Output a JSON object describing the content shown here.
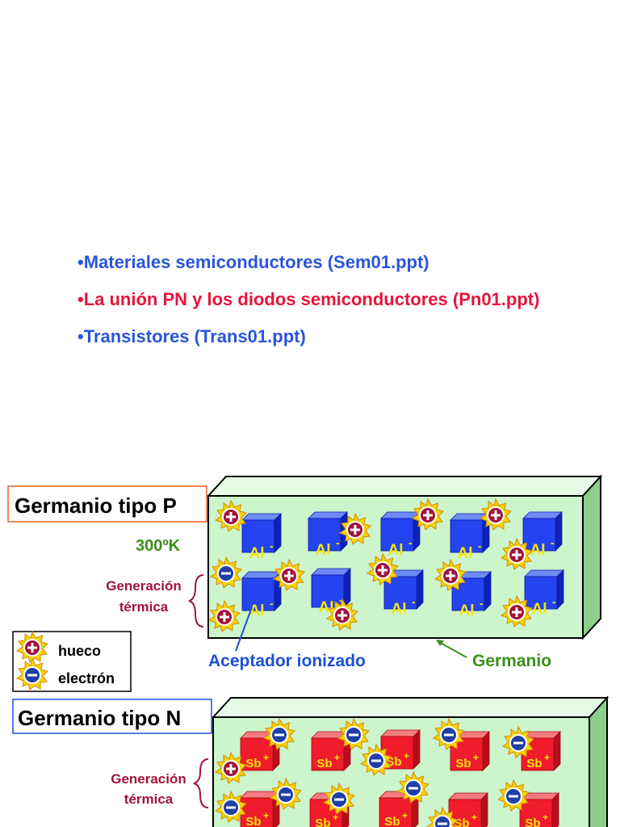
{
  "bullets": [
    {
      "text": "•Materiales semiconductores (Sem01.ppt)",
      "color": "#2b55d9"
    },
    {
      "text": "•La unión PN y los diodos semiconductores (Pn01.ppt)",
      "color": "#e8143c"
    },
    {
      "text": "•Transistores (Trans01.ppt)",
      "color": "#2b55d9"
    }
  ],
  "diagram_p": {
    "title": "Germanio tipo P",
    "temperature": "300ºK",
    "generation_line1": "Generación",
    "generation_line2": "térmica",
    "acceptor_label": "Aceptador ionizado",
    "material_label": "Germanio",
    "ion": "Al",
    "ion_charge": "-"
  },
  "legend": {
    "hole": "hueco",
    "electron": "electrón",
    "hole_sign": "+",
    "electron_sign": "-"
  },
  "diagram_n": {
    "title": "Germanio tipo N",
    "generation_line1": "Generación",
    "generation_line2": "térmica",
    "ion": "Sb",
    "ion_charge": "+"
  },
  "colors": {
    "crystal": "#ccf5cc",
    "crystal_side": "#8ccf8c",
    "acceptor": "#1f3ff0",
    "donor": "#f01c2c",
    "label_red": "#a0143c",
    "label_green": "#3d8f1a",
    "label_blue": "#1f4fd8"
  }
}
